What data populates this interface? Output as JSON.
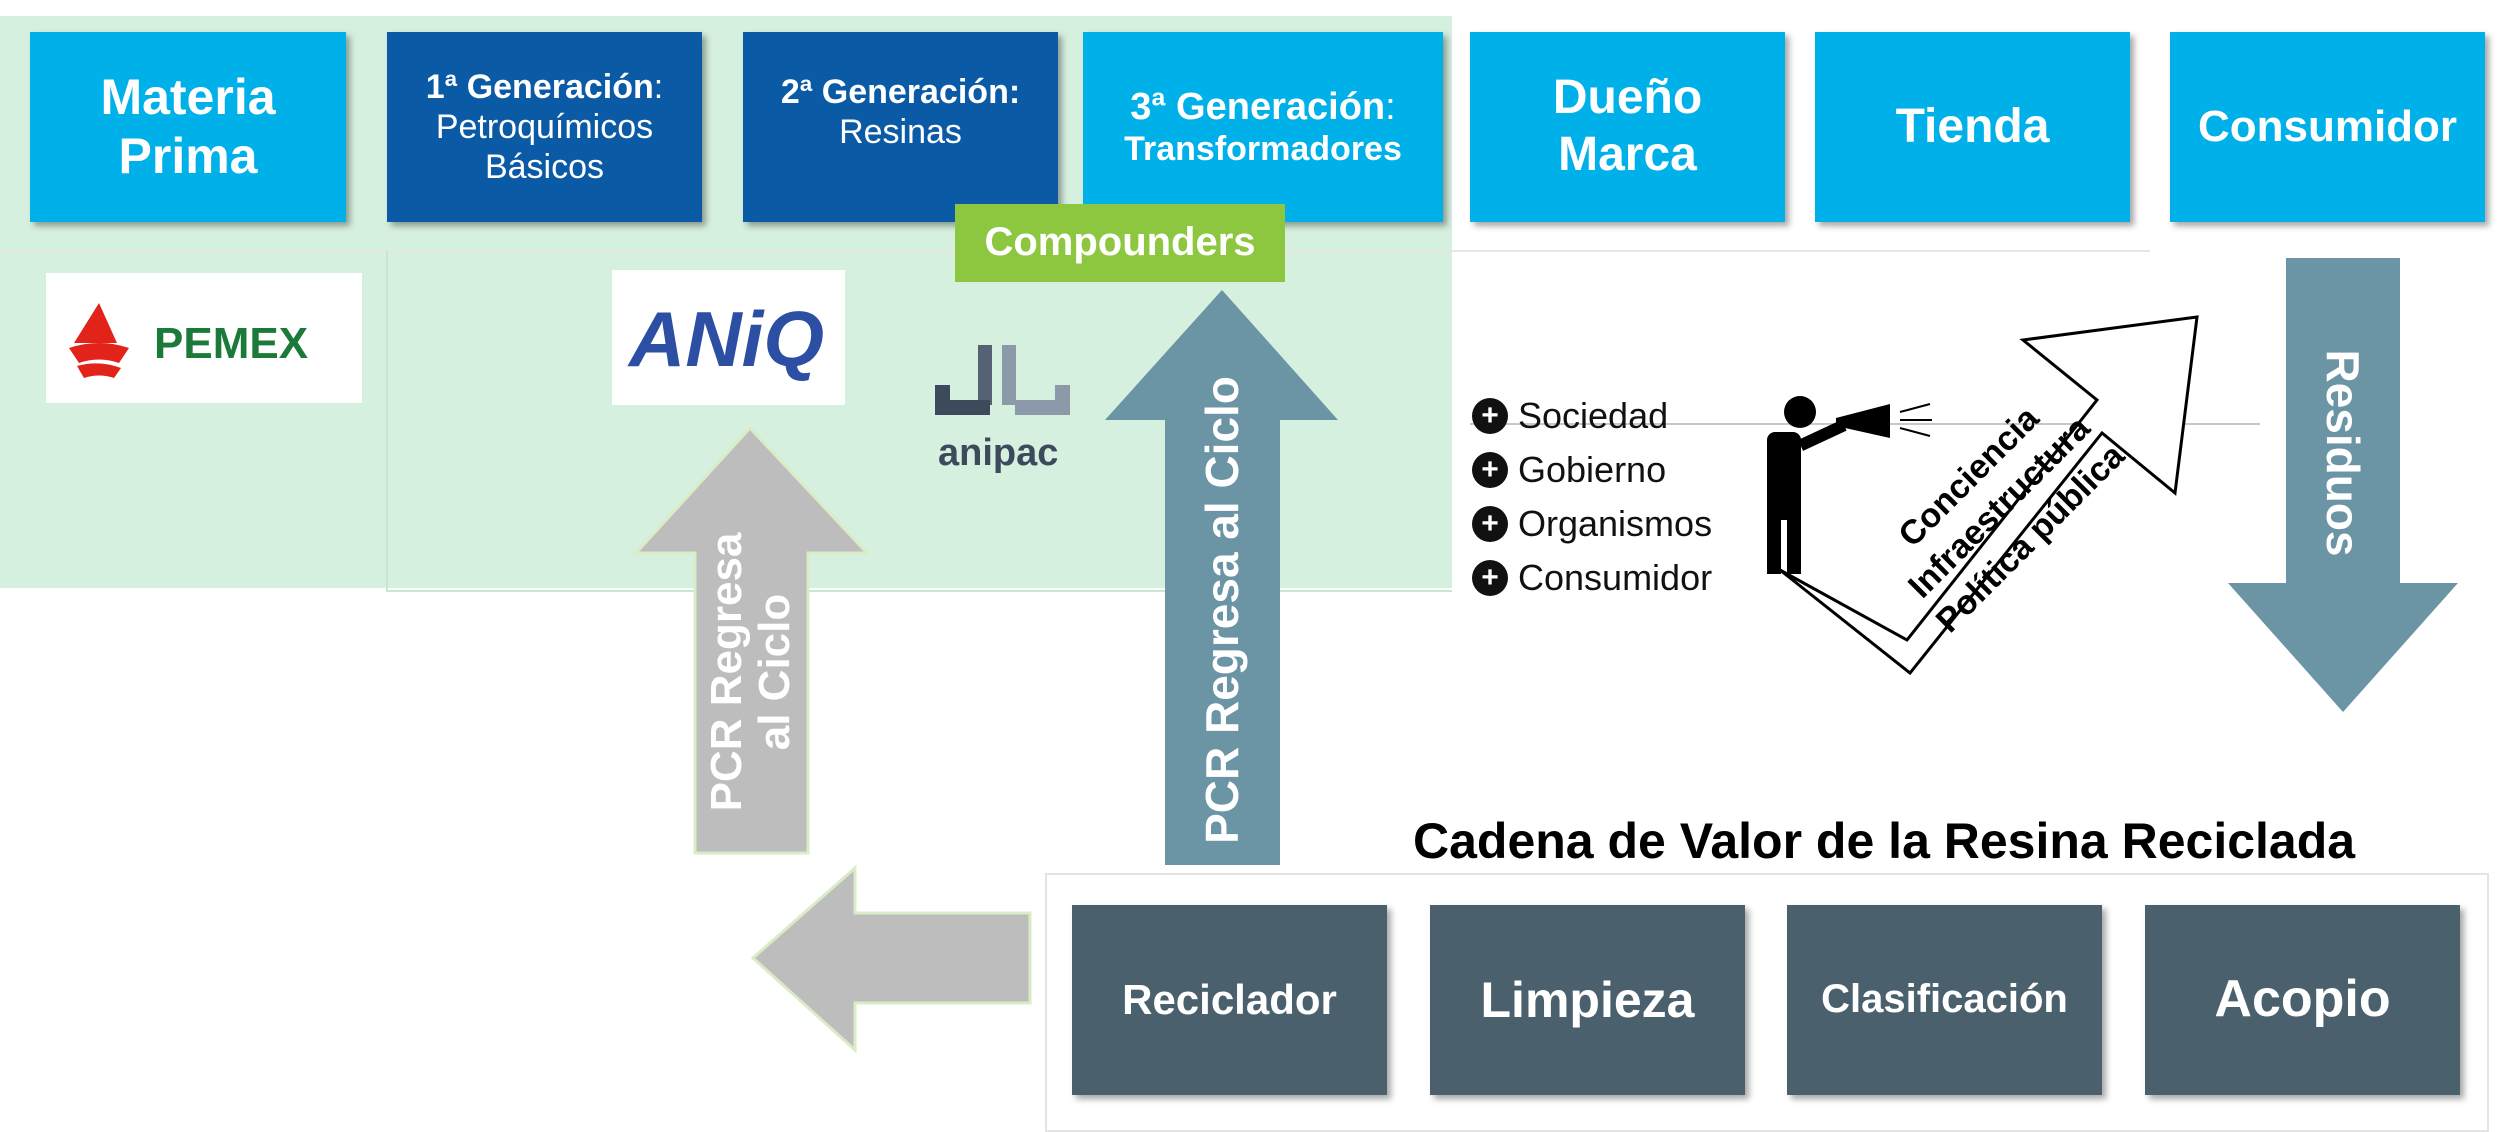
{
  "top_row": {
    "materia_prima": [
      "Materia",
      "Prima"
    ],
    "gen1": {
      "title": "1ª Generación",
      "colon": ":",
      "lines": [
        "Petroquímicos",
        "Básicos"
      ]
    },
    "gen2": {
      "title": "2ª Generación:",
      "line": "Resinas"
    },
    "gen3": {
      "title": "3ª Generación",
      "colon": ":",
      "line": "Transformadores"
    },
    "dueno_marca": [
      "Dueño",
      "Marca"
    ],
    "tienda": "Tienda",
    "consumidor": "Consumidor"
  },
  "compounders": "Compounders",
  "logos": {
    "pemex": "PEMEX",
    "aniq": "ANiQ",
    "anipac": "anipac"
  },
  "arrows": {
    "pcr_small": [
      "PCR Regresa",
      "al Ciclo"
    ],
    "pcr_large": "PCR Regresa al Ciclo",
    "residuos": "Residuos"
  },
  "stakeholders": [
    "Sociedad",
    "Gobierno",
    "Organismos",
    "Consumidor"
  ],
  "big_arrow_lines": [
    "Conciencia",
    "Infraestructura",
    "Política pública"
  ],
  "recycle_chain": {
    "title": "Cadena de Valor de la Resina Reciclada",
    "steps": [
      "Reciclador",
      "Limpieza",
      "Clasificación",
      "Acopio"
    ]
  },
  "colors": {
    "cyan": "#00b0e8",
    "navy": "#0a5aa5",
    "green_label": "#8dc63f",
    "slate": "#4a616d",
    "arrow_blue_gray": "#6b94a5",
    "arrow_gray": "#bdbdbd",
    "panel_green": "#d6f0e0"
  }
}
